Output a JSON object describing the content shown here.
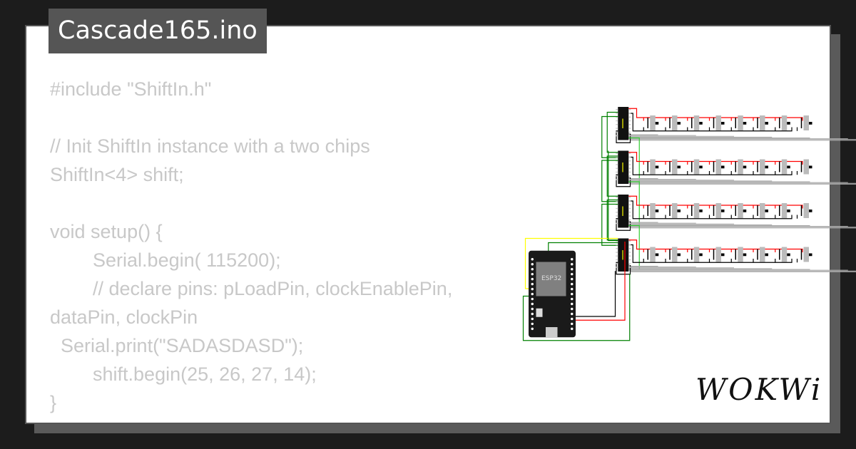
{
  "title": "Cascade165.ino",
  "code_lines": [
    "#include \"ShiftIn.h\"",
    "",
    "// Init ShiftIn instance with a two chips",
    "ShiftIn<4> shift;",
    "",
    "void setup() {",
    "        Serial.begin( 115200);",
    "        // declare pins: pLoadPin, clockEnablePin, dataPin, clockPin",
    "  Serial.print(\"SADASDASD\");",
    "        shift.begin(25, 26, 27, 14);",
    "}"
  ],
  "circuit": {
    "board_label": "ESP32",
    "chip_count": 4,
    "switches_per_chip": 8,
    "colors": {
      "power": "#ff0000",
      "ground": "#000000",
      "signal": "#008000",
      "clock": "#ffff00",
      "data": "#aaaaaa"
    }
  },
  "brand": "WOKWi"
}
